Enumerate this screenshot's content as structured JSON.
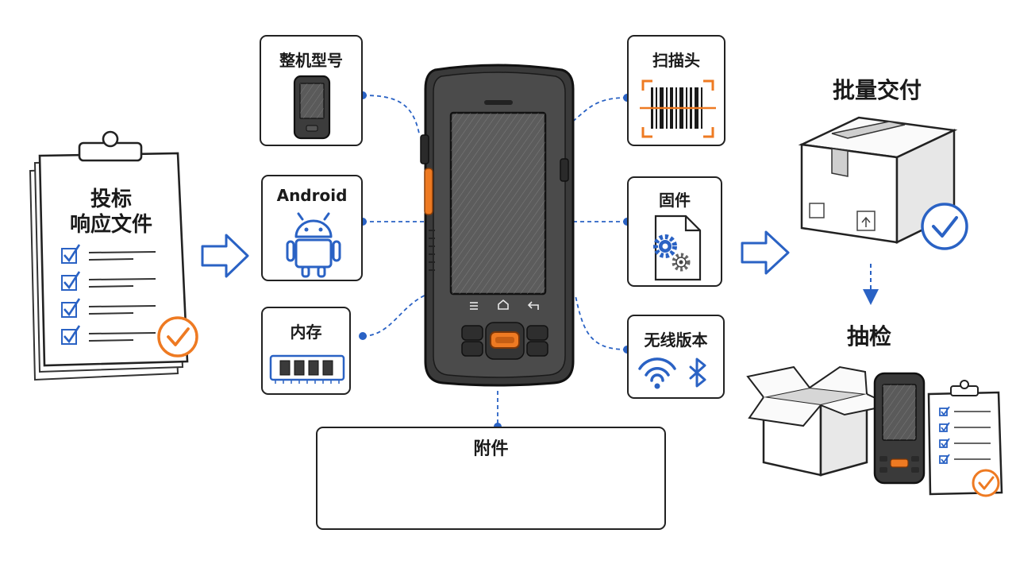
{
  "document": {
    "line1": "投标",
    "line2": "响应文件"
  },
  "parts": {
    "model": "整机型号",
    "android": "Android",
    "memory": "内存",
    "scanner": "扫描头",
    "firmware": "固件",
    "wireless": "无线版本",
    "accessories": "附件"
  },
  "delivery": {
    "batch": "批量交付",
    "inspection": "抽检"
  },
  "colors": {
    "accent_blue": "#2a62c4",
    "accent_orange": "#ee7a22",
    "ink": "#222222"
  }
}
